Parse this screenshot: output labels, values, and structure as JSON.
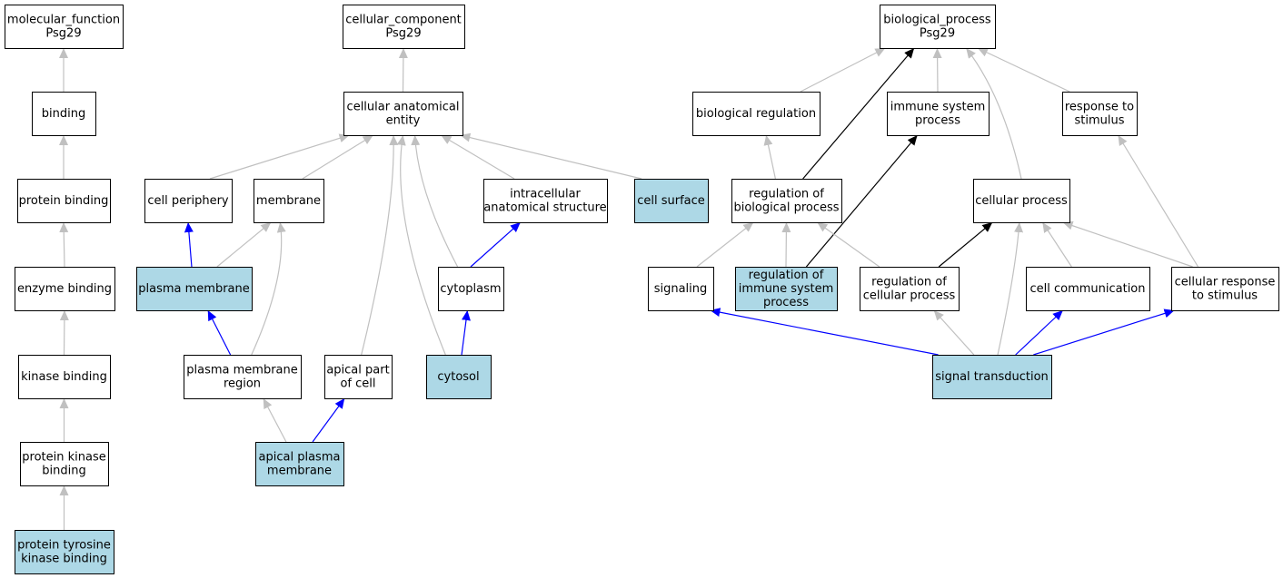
{
  "colors": {
    "background": "#ffffff",
    "node_default": "#ffffff",
    "node_highlight": "#add8e6",
    "node_border": "#000000",
    "edge_is_a": "#c0c0c0",
    "edge_part_of": "#0000ff",
    "edge_regulates": "#000000"
  },
  "nodes": [
    {
      "id": "mf_root",
      "lines": [
        "molecular_function",
        "Psg29"
      ],
      "highlight": false
    },
    {
      "id": "binding",
      "lines": [
        "binding"
      ],
      "highlight": false
    },
    {
      "id": "protein_binding",
      "lines": [
        "protein binding"
      ],
      "highlight": false
    },
    {
      "id": "enzyme_binding",
      "lines": [
        "enzyme binding"
      ],
      "highlight": false
    },
    {
      "id": "kinase_binding",
      "lines": [
        "kinase binding"
      ],
      "highlight": false
    },
    {
      "id": "protein_kinase_binding",
      "lines": [
        "protein kinase",
        "binding"
      ],
      "highlight": false
    },
    {
      "id": "ptk_binding",
      "lines": [
        "protein tyrosine",
        "kinase binding"
      ],
      "highlight": true
    },
    {
      "id": "cc_root",
      "lines": [
        "cellular_component",
        "Psg29"
      ],
      "highlight": false
    },
    {
      "id": "cae",
      "lines": [
        "cellular anatomical",
        "entity"
      ],
      "highlight": false
    },
    {
      "id": "cell_periphery",
      "lines": [
        "cell periphery"
      ],
      "highlight": false
    },
    {
      "id": "membrane",
      "lines": [
        "membrane"
      ],
      "highlight": false
    },
    {
      "id": "ias",
      "lines": [
        "intracellular",
        "anatomical structure"
      ],
      "highlight": false
    },
    {
      "id": "cell_surface",
      "lines": [
        "cell surface"
      ],
      "highlight": true
    },
    {
      "id": "plasma_membrane",
      "lines": [
        "plasma membrane"
      ],
      "highlight": true
    },
    {
      "id": "cytoplasm",
      "lines": [
        "cytoplasm"
      ],
      "highlight": false
    },
    {
      "id": "pm_region",
      "lines": [
        "plasma membrane",
        "region"
      ],
      "highlight": false
    },
    {
      "id": "apical_part",
      "lines": [
        "apical part",
        "of cell"
      ],
      "highlight": false
    },
    {
      "id": "cytosol",
      "lines": [
        "cytosol"
      ],
      "highlight": true
    },
    {
      "id": "apical_pm",
      "lines": [
        "apical plasma",
        "membrane"
      ],
      "highlight": true
    },
    {
      "id": "bp_root",
      "lines": [
        "biological_process",
        "Psg29"
      ],
      "highlight": false
    },
    {
      "id": "bio_reg",
      "lines": [
        "biological regulation"
      ],
      "highlight": false
    },
    {
      "id": "immune_sys",
      "lines": [
        "immune system",
        "process"
      ],
      "highlight": false
    },
    {
      "id": "resp_stim",
      "lines": [
        "response to",
        "stimulus"
      ],
      "highlight": false
    },
    {
      "id": "reg_bp",
      "lines": [
        "regulation of",
        "biological process"
      ],
      "highlight": false
    },
    {
      "id": "cellular_process",
      "lines": [
        "cellular process"
      ],
      "highlight": false
    },
    {
      "id": "signaling",
      "lines": [
        "signaling"
      ],
      "highlight": false
    },
    {
      "id": "reg_isp",
      "lines": [
        "regulation of",
        "immune system",
        "process"
      ],
      "highlight": true
    },
    {
      "id": "reg_cp",
      "lines": [
        "regulation of",
        "cellular process"
      ],
      "highlight": false
    },
    {
      "id": "cell_comm",
      "lines": [
        "cell communication"
      ],
      "highlight": false
    },
    {
      "id": "cell_resp_stim",
      "lines": [
        "cellular response",
        "to stimulus"
      ],
      "highlight": false
    },
    {
      "id": "signal_transduction",
      "lines": [
        "signal transduction"
      ],
      "highlight": true
    }
  ],
  "edges": [
    {
      "from": "binding",
      "to": "mf_root",
      "type": "is_a"
    },
    {
      "from": "protein_binding",
      "to": "binding",
      "type": "is_a"
    },
    {
      "from": "enzyme_binding",
      "to": "protein_binding",
      "type": "is_a"
    },
    {
      "from": "kinase_binding",
      "to": "enzyme_binding",
      "type": "is_a"
    },
    {
      "from": "protein_kinase_binding",
      "to": "kinase_binding",
      "type": "is_a"
    },
    {
      "from": "ptk_binding",
      "to": "protein_kinase_binding",
      "type": "is_a"
    },
    {
      "from": "cae",
      "to": "cc_root",
      "type": "is_a"
    },
    {
      "from": "cell_periphery",
      "to": "cae",
      "type": "is_a"
    },
    {
      "from": "membrane",
      "to": "cae",
      "type": "is_a"
    },
    {
      "from": "ias",
      "to": "cae",
      "type": "is_a"
    },
    {
      "from": "cell_surface",
      "to": "cae",
      "type": "is_a"
    },
    {
      "from": "cytoplasm",
      "to": "cae",
      "type": "is_a"
    },
    {
      "from": "apical_part",
      "to": "cae",
      "type": "is_a"
    },
    {
      "from": "cytosol",
      "to": "cae",
      "type": "is_a"
    },
    {
      "from": "plasma_membrane",
      "to": "cell_periphery",
      "type": "part_of"
    },
    {
      "from": "plasma_membrane",
      "to": "membrane",
      "type": "is_a"
    },
    {
      "from": "pm_region",
      "to": "membrane",
      "type": "is_a"
    },
    {
      "from": "pm_region",
      "to": "plasma_membrane",
      "type": "part_of"
    },
    {
      "from": "cytoplasm",
      "to": "ias",
      "type": "part_of"
    },
    {
      "from": "cytosol",
      "to": "cytoplasm",
      "type": "part_of"
    },
    {
      "from": "apical_pm",
      "to": "pm_region",
      "type": "is_a"
    },
    {
      "from": "apical_pm",
      "to": "apical_part",
      "type": "part_of"
    },
    {
      "from": "bio_reg",
      "to": "bp_root",
      "type": "is_a"
    },
    {
      "from": "immune_sys",
      "to": "bp_root",
      "type": "is_a"
    },
    {
      "from": "resp_stim",
      "to": "bp_root",
      "type": "is_a"
    },
    {
      "from": "cellular_process",
      "to": "bp_root",
      "type": "is_a"
    },
    {
      "from": "reg_bp",
      "to": "bio_reg",
      "type": "is_a"
    },
    {
      "from": "reg_bp",
      "to": "bp_root",
      "type": "regulates"
    },
    {
      "from": "cell_resp_stim",
      "to": "resp_stim",
      "type": "is_a"
    },
    {
      "from": "signaling",
      "to": "reg_bp",
      "type": "is_a"
    },
    {
      "from": "reg_isp",
      "to": "reg_bp",
      "type": "is_a"
    },
    {
      "from": "reg_isp",
      "to": "immune_sys",
      "type": "regulates"
    },
    {
      "from": "reg_cp",
      "to": "reg_bp",
      "type": "is_a"
    },
    {
      "from": "reg_cp",
      "to": "cellular_process",
      "type": "regulates"
    },
    {
      "from": "cell_comm",
      "to": "cellular_process",
      "type": "is_a"
    },
    {
      "from": "cell_resp_stim",
      "to": "cellular_process",
      "type": "is_a"
    },
    {
      "from": "signal_transduction",
      "to": "signaling",
      "type": "part_of"
    },
    {
      "from": "signal_transduction",
      "to": "reg_cp",
      "type": "is_a"
    },
    {
      "from": "signal_transduction",
      "to": "cellular_process",
      "type": "is_a"
    },
    {
      "from": "signal_transduction",
      "to": "cell_comm",
      "type": "part_of"
    },
    {
      "from": "signal_transduction",
      "to": "cell_resp_stim",
      "type": "part_of"
    }
  ]
}
